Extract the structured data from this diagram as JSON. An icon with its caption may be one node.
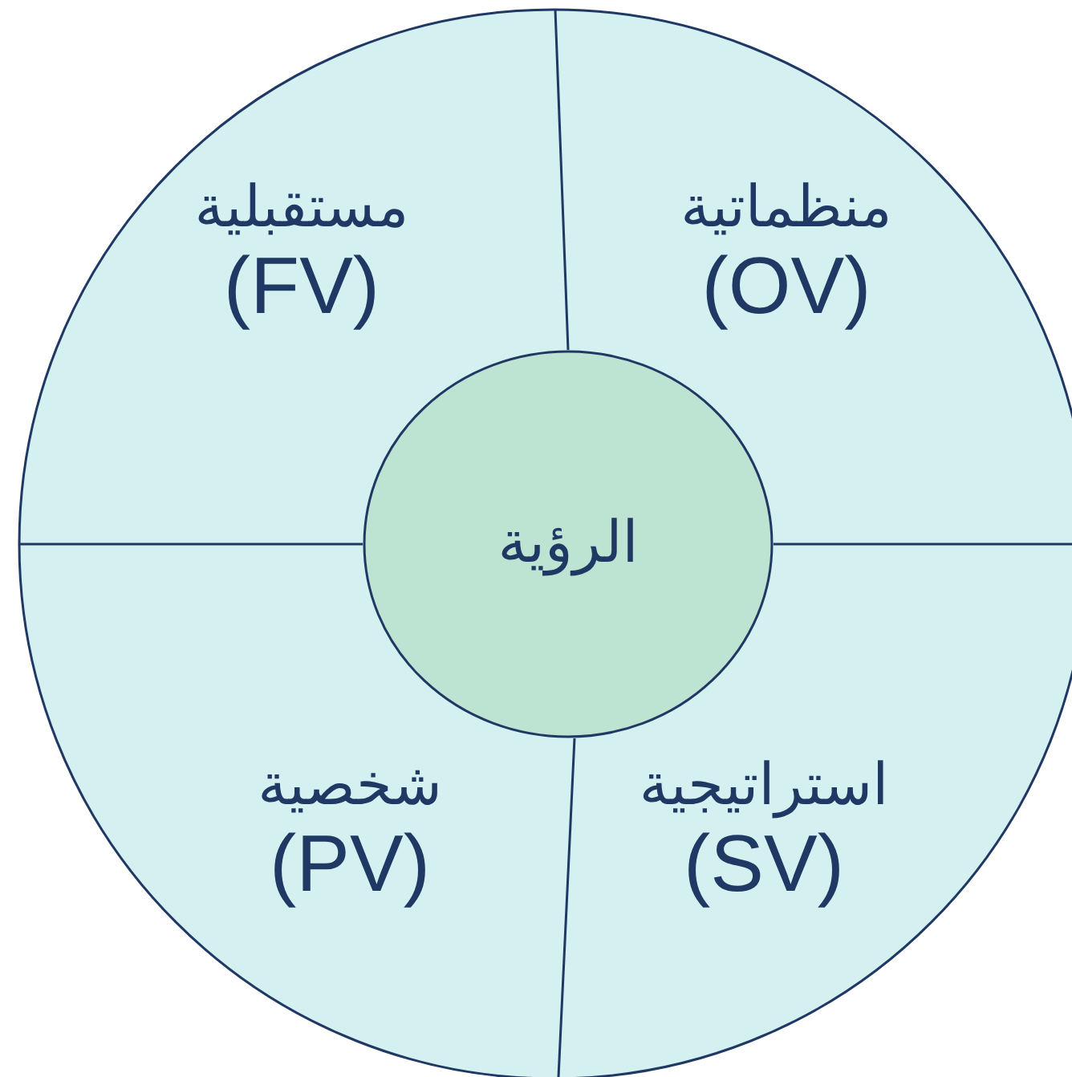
{
  "diagram": {
    "nodes": [
      {
        "text": [],
        "shape": "circle"
      },
      {
        "text": [
          "مستقبلية",
          "(FV)"
        ],
        "in": 0
      },
      {
        "text": [
          "منظماتية",
          "(OV)"
        ],
        "in": 0
      },
      {
        "text": [
          "الرؤية"
        ],
        "in": 0
      },
      {
        "text": [
          "شخصية",
          "(PV)"
        ],
        "in": 0
      },
      {
        "text": [
          "استراتيجية",
          "(SV)"
        ],
        "in": 0
      }
    ]
  }
}
